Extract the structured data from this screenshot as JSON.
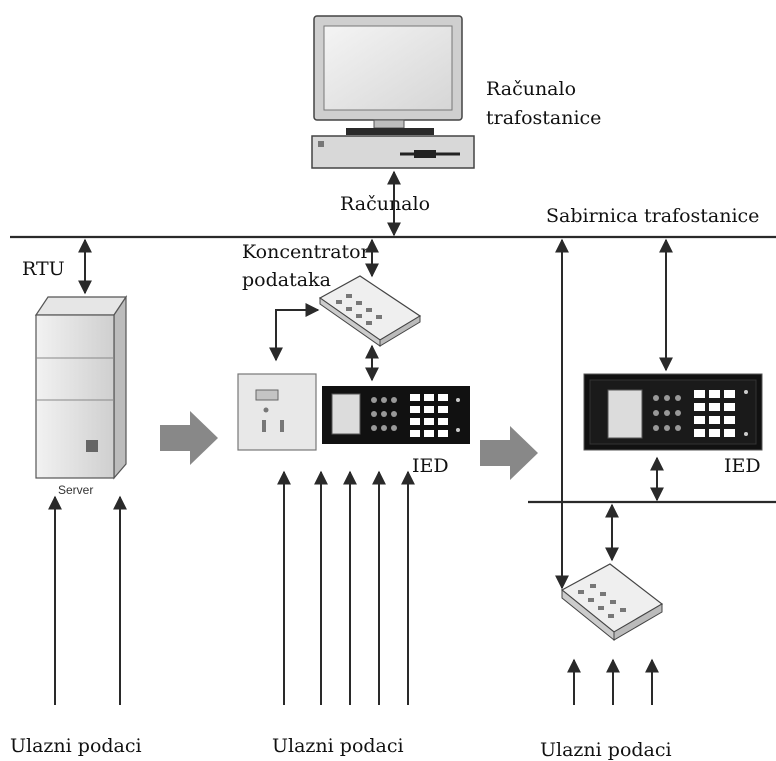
{
  "labels": {
    "racunalo_trafostanice": [
      "Računalo",
      "trafostanice"
    ],
    "racunalo": "Računalo",
    "sabirnica": "Sabirnica trafostanice",
    "rtu": "RTU",
    "koncentrator": [
      "Koncentrator",
      "podataka"
    ],
    "server": "Server",
    "ied_1": "IED",
    "ied_2": "IED",
    "ulazni_1": "Ulazni podaci",
    "ulazni_2": "Ulazni podaci",
    "ulazni_3": "Ulazni podaci"
  },
  "colors": {
    "line": "#2a2a2a",
    "flow_arrow": "#888888",
    "device_body": "#111111",
    "light_panel": "#e8e8e8"
  }
}
